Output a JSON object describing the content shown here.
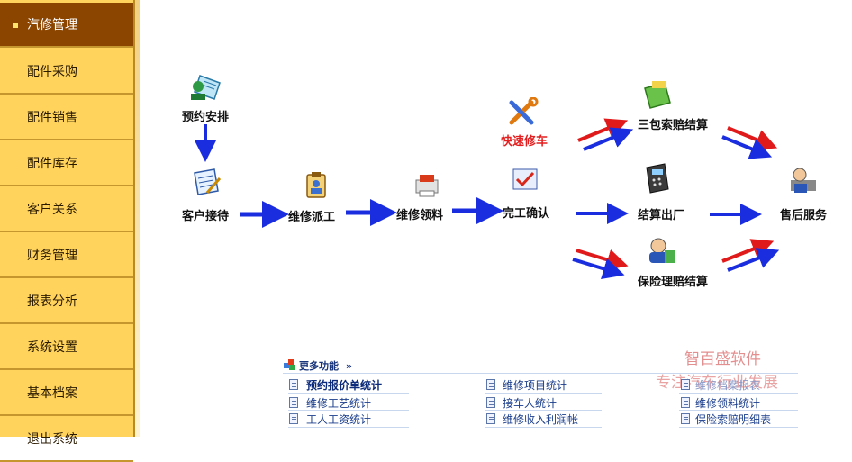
{
  "sidebar": {
    "items": [
      {
        "label": "汽修管理",
        "active": true
      },
      {
        "label": "配件采购"
      },
      {
        "label": "配件销售"
      },
      {
        "label": "配件库存"
      },
      {
        "label": "客户关系"
      },
      {
        "label": "财务管理"
      },
      {
        "label": "报表分析"
      },
      {
        "label": "系统设置"
      },
      {
        "label": "基本档案"
      },
      {
        "label": "退出系统"
      }
    ]
  },
  "flow": {
    "appointment": "预约安排",
    "reception": "客户接待",
    "dispatch": "维修派工",
    "parts": "维修领料",
    "quick_repair": "快速修车",
    "completion": "完工确认",
    "warranty": "三包索赔结算",
    "checkout": "结算出厂",
    "insurance": "保险理赔结算",
    "after_sales": "售后服务"
  },
  "more": {
    "title": "更多功能",
    "arrow": "»",
    "links": [
      [
        "预约报价单统计",
        "维修工艺统计",
        "工人工资统计"
      ],
      [
        "维修项目统计",
        "接车人统计",
        "维修收入利润帐"
      ],
      [
        "维修档案报表",
        "维修领料统计",
        "保险索赔明细表"
      ]
    ]
  },
  "watermark": {
    "line1": "智百盛软件",
    "line2": "专注汽车行业发展"
  },
  "colors": {
    "sidebar_bg": "#ffd35c",
    "active_bg": "#8b4500",
    "arrow_blue": "#1a2ee0",
    "arrow_red": "#e01a1a"
  }
}
